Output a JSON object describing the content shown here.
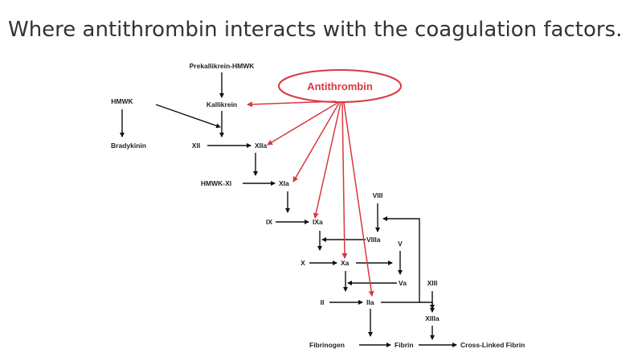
{
  "title": "Where antithrombin interacts with the coagulation factors.",
  "antithrombin": {
    "label": "Antithrombin",
    "color": "#d8383f"
  },
  "nodes": {
    "prekallikrein_hmwk": "Prekallikrein-HMWK",
    "hmwk": "HMWK",
    "kallikrein": "Kallikrein",
    "bradykinin": "Bradykinin",
    "xii": "XII",
    "xiia": "XIIa",
    "hmwk_xi": "HMWK-XI",
    "xia": "XIa",
    "viii": "VIII",
    "ix": "IX",
    "ixa": "IXa",
    "viiia": "VIIIa",
    "v": "V",
    "x": "X",
    "xa": "Xa",
    "va": "Va",
    "xiii": "XIII",
    "ii": "II",
    "iia": "IIa",
    "xiiia": "XIIIa",
    "fibrinogen": "Fibrinogen",
    "fibrin": "Fibrin",
    "cross_linked_fibrin": "Cross-Linked Fibrin"
  },
  "colors": {
    "arrow": "#111111",
    "inhibition": "#d8383f",
    "text": "#222222",
    "title": "#333333"
  }
}
